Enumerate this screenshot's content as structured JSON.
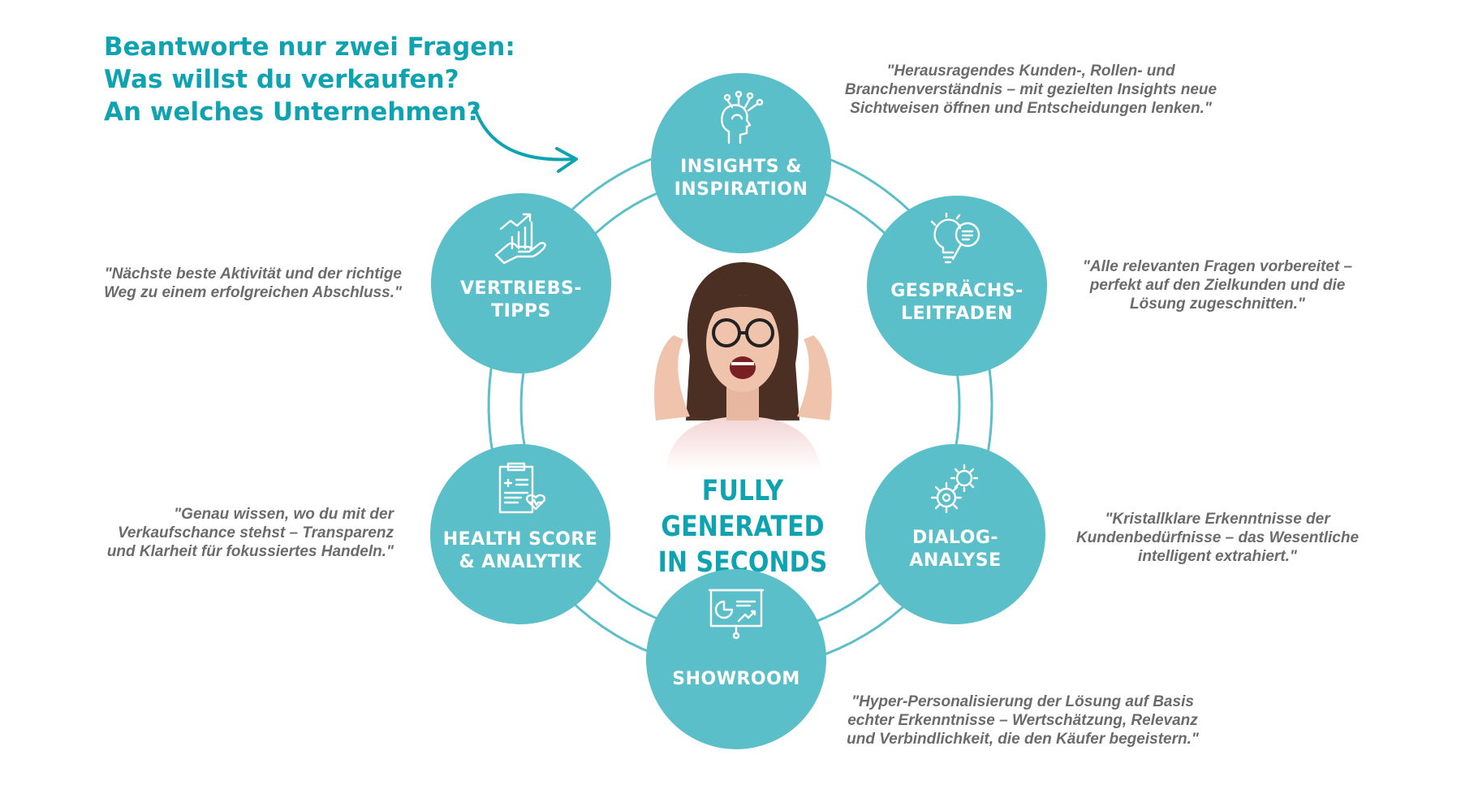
{
  "headline": [
    "Beantworte nur zwei Fragen:",
    "Was willst du verkaufen?",
    "An welches Unternehmen?"
  ],
  "center": [
    "FULLY GENERATED",
    "IN SECONDS"
  ],
  "nodes": [
    {
      "key": "insights",
      "icon": "head-ideas-icon",
      "label": [
        "INSIGHTS &",
        "INSPIRATION"
      ]
    },
    {
      "key": "gespraech",
      "icon": "lightbulb-magnifier-icon",
      "label": [
        "GESPRÄCHS-",
        "LEITFADEN"
      ]
    },
    {
      "key": "dialog",
      "icon": "gears-icon",
      "label": [
        "DIALOG-",
        "ANALYSE"
      ]
    },
    {
      "key": "showroom",
      "icon": "presentation-board-icon",
      "label": [
        "SHOWROOM"
      ]
    },
    {
      "key": "health",
      "icon": "clipboard-heart-icon",
      "label": [
        "HEALTH SCORE",
        "& ANALYTIK"
      ]
    },
    {
      "key": "vertrieb",
      "icon": "hand-growth-chart-icon",
      "label": [
        "VERTRIEBS-",
        "TIPPS"
      ]
    }
  ],
  "quotes": {
    "insights": [
      "\"Herausragendes Kunden-, Rollen- und",
      "Branchenverständnis – mit gezielten Insights neue",
      "Sichtweisen öffnen und Entscheidungen lenken.\""
    ],
    "gespraech": [
      "\"Alle relevanten Fragen vorbereitet –",
      "perfekt auf den Zielkunden und die",
      "Lösung zugeschnitten.\""
    ],
    "dialog": [
      "\"Kristallklare Erkenntnisse der",
      "Kundenbedürfnisse – das Wesentliche",
      "intelligent extrahiert.\""
    ],
    "showroom": [
      "\"Hyper-Personalisierung der Lösung auf Basis",
      "echter Erkenntnisse – Wertschätzung, Relevanz",
      "und Verbindlichkeit, die den Käufer begeistern.\""
    ],
    "health": [
      "\"Genau wissen, wo du mit der",
      "Verkaufschance stehst – Transparenz",
      "und Klarheit für fokussiertes Handeln.\""
    ],
    "vertrieb": [
      "\"Nächste beste Aktivität und der richtige",
      "Weg zu einem erfolgreichen Abschluss.\""
    ]
  },
  "colors": {
    "accent": "#0fa3b1",
    "node": "#5bbfc9",
    "quote": "#6b6b6b"
  }
}
